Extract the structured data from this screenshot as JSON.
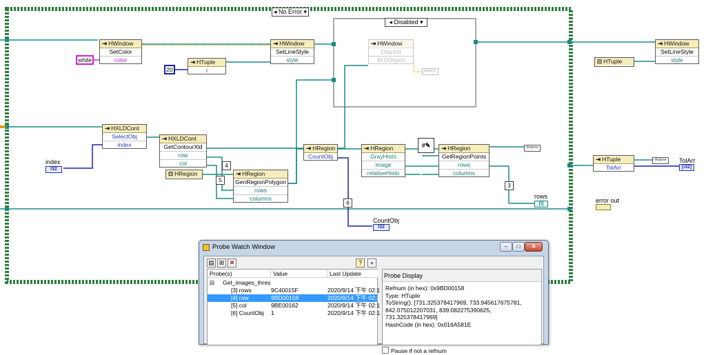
{
  "case_structure": {
    "label": "No Error"
  },
  "disabled_structure": {
    "label": "Disabled"
  },
  "nodes": {
    "setcolor": {
      "class": "HWindow",
      "method": "SetColor",
      "terminal": "color"
    },
    "setlinestyle1": {
      "class": "HWindow",
      "method": "SetLineStyle",
      "terminal": "style"
    },
    "setlinestyle2": {
      "class": "HWindow",
      "method": "SetLineStyle",
      "terminal": "style"
    },
    "htuple_i": {
      "class": "HTuple",
      "terminal": "i"
    },
    "dispxld": {
      "class": "HWindow",
      "method": "DispXld",
      "terminal": "XLDObject"
    },
    "selectobj": {
      "class": "HXLDCont",
      "method": "SelectObj",
      "terminal": "index"
    },
    "getcontourxld": {
      "class": "HXLDCont",
      "method": "GetContourXld",
      "terminals": [
        "row",
        "col"
      ]
    },
    "genregionpolygon": {
      "class": "HRegion",
      "method": "GenRegionPolygon",
      "terminals": [
        "rows",
        "columns"
      ]
    },
    "hregion_const": {
      "class": "HRegion"
    },
    "countobj": {
      "class": "HRegion",
      "method": "CountObj"
    },
    "grayhisto": {
      "class": "HRegion",
      "method": "GrayHisto",
      "terminals": [
        "image",
        "relativeHisto"
      ]
    },
    "getregionpoints": {
      "class": "HRegion",
      "method": "GetRegionPoints",
      "terminals": [
        "rows",
        "columns"
      ]
    },
    "htuple_right": {
      "class": "HTuple"
    },
    "htuple_tolarr": {
      "class": "HTuple",
      "method": "TolArr"
    }
  },
  "constants": {
    "white": "white",
    "twenty": "20"
  },
  "probe_numbers": [
    "4",
    "5",
    "6",
    "3"
  ],
  "dispose_tags": [
    "dispose",
    "dispose",
    "dispose"
  ],
  "labels": {
    "index": "index",
    "countobj": "CountObj",
    "rows": "rows",
    "tolarr": "TolArr",
    "error_out": "error out"
  },
  "indicators": {
    "index": "I32",
    "countobj": "I32",
    "tolarr": "[I32]",
    "rows": "[I]"
  },
  "probe_window": {
    "title": "Probe Watch Window",
    "columns": [
      "Probe(s)",
      "Value",
      "Last Update"
    ],
    "tree_root": "Get_images_thres",
    "rows": [
      {
        "name": "[3] rows",
        "value": "9C40015F",
        "updated": "2020/9/14 下午 02:1",
        "selected": false
      },
      {
        "name": "[4] row",
        "value": "9BD00158",
        "updated": "2020/9/14 下午 02:1",
        "selected": true
      },
      {
        "name": "[5] col",
        "value": "9BE00162",
        "updated": "2020/9/14 下午 02:1",
        "selected": false
      },
      {
        "name": "[6] CountObj",
        "value": "1",
        "updated": "2020/9/14 下午 02:1",
        "selected": false
      }
    ],
    "display": {
      "title": "Probe Display",
      "refnum": "Refnum (in hex): 0x9BD00158",
      "type": "Type: HTuple",
      "tostring": "ToString(): [731.325378417969, 733.945617675781, 842.075012207031, 839.082275390625, 731.325378417969]",
      "hashcode": "HashCode (in hex): 0x016A581E"
    },
    "pause_label": "Pause if not a refnum"
  },
  "colors": {
    "teal_wire": "#1a8a84",
    "blue_wire": "#1a20a8",
    "case_border": "#2e7e3c",
    "node_header": "#f6edbc",
    "pink": "#cc22cc"
  }
}
